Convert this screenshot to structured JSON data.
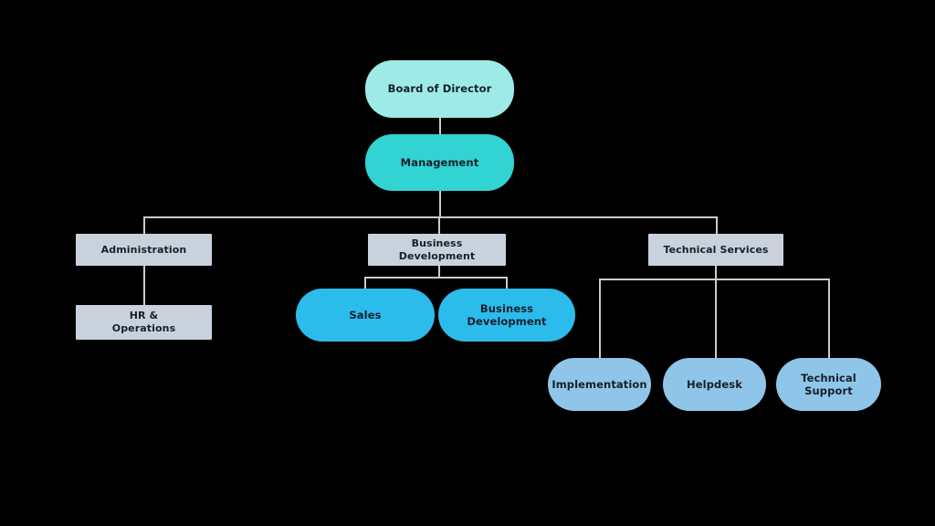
{
  "chart_data": {
    "type": "diagram",
    "diagram_type": "organizational-chart",
    "title": "",
    "background_color": "#000000",
    "connector_color": "#c9cbcd",
    "text_color": "#16202b",
    "levels": [
      {
        "level": 0,
        "labels": [
          "Board of Director"
        ]
      },
      {
        "level": 1,
        "labels": [
          "Management"
        ]
      },
      {
        "level": 2,
        "labels": [
          "Administration",
          "Business Development",
          "Technical Services"
        ]
      },
      {
        "level": 3,
        "labels": [
          "HR & Operations",
          "Sales",
          "Business Development"
        ]
      },
      {
        "level": 4,
        "labels": [
          "Implementation",
          "Helpdesk",
          "Technical Support"
        ]
      }
    ],
    "edges": [
      [
        "Board of Director",
        "Management"
      ],
      [
        "Management",
        "Administration"
      ],
      [
        "Management",
        "Business Development"
      ],
      [
        "Management",
        "Technical Services"
      ],
      [
        "Administration",
        "HR & Operations"
      ],
      [
        "Business Development",
        "Sales"
      ],
      [
        "Business Development",
        "Business Development (unit)"
      ],
      [
        "Technical Services",
        "Implementation"
      ],
      [
        "Technical Services",
        "Helpdesk"
      ],
      [
        "Technical Services",
        "Technical Support"
      ]
    ]
  },
  "nodes": {
    "board_of_director": {
      "label": "Board of Director",
      "color": "#9eeae7",
      "shape": "pill"
    },
    "management": {
      "label": "Management",
      "color": "#31d3d3",
      "shape": "pill"
    },
    "administration": {
      "label": "Administration",
      "color": "#c9d2dc",
      "shape": "rect"
    },
    "business_development": {
      "label": "Business Development",
      "color": "#c9d2dc",
      "shape": "rect"
    },
    "technical_services": {
      "label": "Technical Services",
      "color": "#c9d2dc",
      "shape": "rect"
    },
    "hr_operations": {
      "label": "HR &\nOperations",
      "line1": "HR &",
      "line2": "Operations",
      "color": "#c9d2dc",
      "shape": "rect"
    },
    "sales": {
      "label": "Sales",
      "color": "#2bbcec",
      "shape": "pill"
    },
    "bd_unit": {
      "line1": "Business",
      "line2": "Development",
      "label": "Business Development",
      "color": "#2bbcec",
      "shape": "pill"
    },
    "implementation": {
      "label": "Implementation",
      "color": "#8fc5e8",
      "shape": "pill"
    },
    "helpdesk": {
      "label": "Helpdesk",
      "color": "#8fc5e8",
      "shape": "pill"
    },
    "technical_support": {
      "line1": "Technical",
      "line2": "Support",
      "label": "Technical Support",
      "color": "#8fc5e8",
      "shape": "pill"
    }
  }
}
